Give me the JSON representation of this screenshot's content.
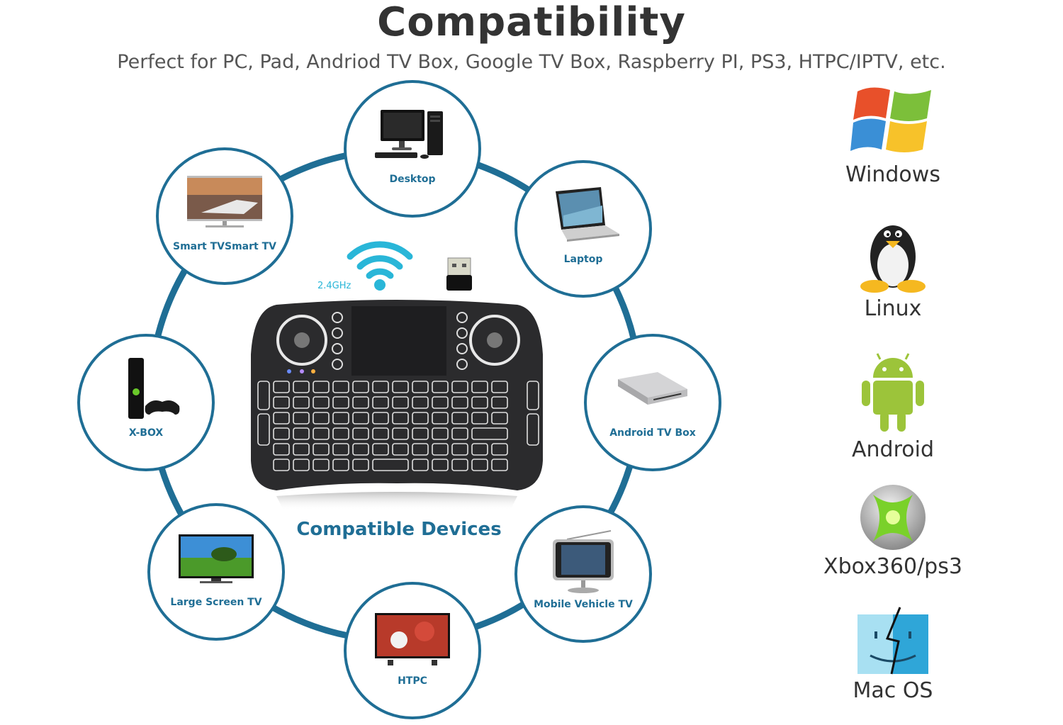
{
  "header": {
    "title": "Compatibility",
    "subtitle": "Perfect for PC, Pad, Andriod TV Box, Google TV Box, Raspberry PI, PS3, HTPC/IPTV, etc."
  },
  "center": {
    "label": "Compatible Devices",
    "wireless_label": "2.4GHz"
  },
  "devices": [
    {
      "label": "Desktop",
      "icon": "desktop-computer-icon"
    },
    {
      "label": "Laptop",
      "icon": "laptop-icon"
    },
    {
      "label": "Android TV Box",
      "icon": "tv-box-icon"
    },
    {
      "label": "Mobile Vehicle TV",
      "icon": "portable-tv-icon"
    },
    {
      "label": "HTPC",
      "icon": "htpc-tv-icon"
    },
    {
      "label": "Large Screen TV",
      "icon": "large-tv-icon"
    },
    {
      "label": "X-BOX",
      "icon": "xbox-console-icon"
    },
    {
      "label": "Smart TVSmart TV",
      "icon": "smart-tv-icon"
    }
  ],
  "os": [
    {
      "label": "Windows",
      "icon": "windows-logo-icon"
    },
    {
      "label": "Linux",
      "icon": "linux-penguin-icon"
    },
    {
      "label": "Android",
      "icon": "android-robot-icon"
    },
    {
      "label": "Xbox360/ps3",
      "icon": "xbox-sphere-icon"
    },
    {
      "label": "Mac OS",
      "icon": "mac-finder-icon"
    }
  ],
  "colors": {
    "accent": "#1f6e95",
    "title": "#333333",
    "subtitle": "#555555",
    "wifi": "#29b6d8"
  }
}
